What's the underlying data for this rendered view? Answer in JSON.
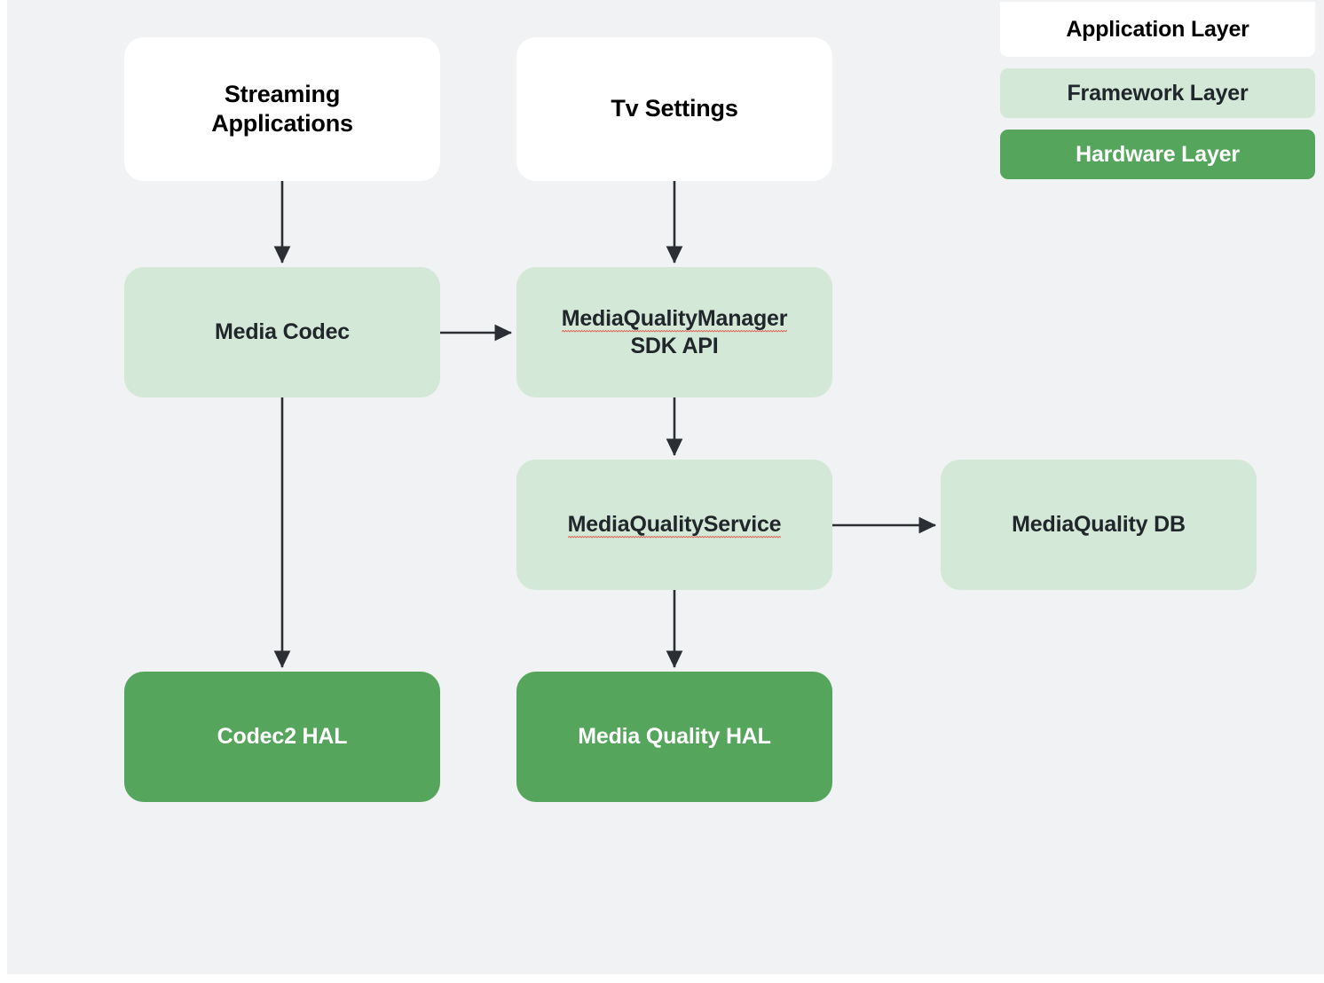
{
  "canvas": {
    "background_color": "#f1f2f4",
    "page_background_color": "#ffffff"
  },
  "colors": {
    "application_layer": "#ffffff",
    "framework_layer": "#d3e8d7",
    "hardware_layer": "#56a55c",
    "connector": "#2b2f33",
    "spellcheck_underline": "#e05a4f",
    "text_dark": "#20262b",
    "text_light": "#ffffff"
  },
  "legend": {
    "items": [
      {
        "label": "Application Layer",
        "layer": "application"
      },
      {
        "label": "Framework Layer",
        "layer": "framework"
      },
      {
        "label": "Hardware Layer",
        "layer": "hardware"
      }
    ]
  },
  "diagram": {
    "nodes": [
      {
        "id": "streaming-applications",
        "line1": "Streaming",
        "line2": "Applications",
        "layer": "application",
        "misspelled": false
      },
      {
        "id": "tv-settings",
        "line1": "Tv Settings",
        "line2": "",
        "layer": "application",
        "misspelled": false
      },
      {
        "id": "media-codec",
        "line1": "Media Codec",
        "line2": "",
        "layer": "framework",
        "misspelled": false
      },
      {
        "id": "mqm-sdk-api",
        "line1": "MediaQualityManager",
        "line2": "SDK API",
        "layer": "framework",
        "misspelled": true
      },
      {
        "id": "media-quality-service",
        "line1": "MediaQualityService",
        "line2": "",
        "layer": "framework",
        "misspelled": true
      },
      {
        "id": "media-quality-db",
        "line1": "MediaQuality DB",
        "line2": "",
        "layer": "framework",
        "misspelled": false
      },
      {
        "id": "codec2-hal",
        "line1": "Codec2 HAL",
        "line2": "",
        "layer": "hardware",
        "misspelled": false
      },
      {
        "id": "media-quality-hal",
        "line1": "Media Quality HAL",
        "line2": "",
        "layer": "hardware",
        "misspelled": false
      }
    ],
    "edges": [
      {
        "id": "edge-streaming-to-media-codec",
        "from": "streaming-applications",
        "to": "media-codec",
        "direction": "down"
      },
      {
        "id": "edge-tv-settings-to-mqm",
        "from": "tv-settings",
        "to": "mqm-sdk-api",
        "direction": "down"
      },
      {
        "id": "edge-media-codec-to-mqm",
        "from": "media-codec",
        "to": "mqm-sdk-api",
        "direction": "right"
      },
      {
        "id": "edge-media-codec-to-codec2-hal",
        "from": "media-codec",
        "to": "codec2-hal",
        "direction": "down"
      },
      {
        "id": "edge-mqm-to-service",
        "from": "mqm-sdk-api",
        "to": "media-quality-service",
        "direction": "down"
      },
      {
        "id": "edge-service-to-db",
        "from": "media-quality-service",
        "to": "media-quality-db",
        "direction": "right"
      },
      {
        "id": "edge-service-to-mq-hal",
        "from": "media-quality-service",
        "to": "media-quality-hal",
        "direction": "down"
      }
    ]
  }
}
